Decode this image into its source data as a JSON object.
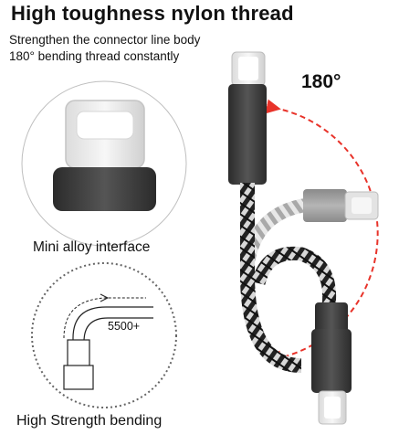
{
  "header": {
    "title": "High toughness nylon thread",
    "line1": "Strengthen the connector line body",
    "line2": "180° bending thread constantly"
  },
  "angle_label": "180°",
  "features": {
    "alloy": "Mini alloy interface",
    "bending": "High Strength bending",
    "bend_count": "5500+"
  },
  "colors": {
    "accent": "#e8332a",
    "sleeve": "#3a3a3a",
    "text": "#111111"
  },
  "icons": [
    "lightning-connector-icon",
    "braided-cable-icon",
    "bend-arrow-icon"
  ]
}
